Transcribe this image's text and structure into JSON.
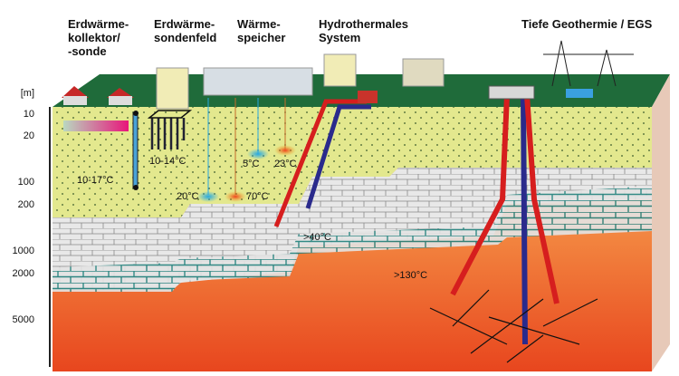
{
  "titles": {
    "collector": "Erdwärme-\nkollektor/\n-sonde",
    "probe_field": "Erdwärme-\nsondenfeld",
    "storage": "Wärme-\nspeicher",
    "hydrothermal": "Hydrothermales\nSystem",
    "deep": "Tiefe Geothermie / EGS"
  },
  "depth_axis": {
    "unit": "[m]",
    "ticks": [
      "10",
      "20",
      "100",
      "200",
      "1000",
      "2000",
      "5000"
    ]
  },
  "temperatures": {
    "collector": "10-17°C",
    "probe_field": "10-14°C",
    "storage_cold_shallow": "5°C",
    "storage_warm_shallow": "23°C",
    "storage_cold_deep": "20°C",
    "storage_warm_deep": "70°C",
    "hydrothermal": ">40°C",
    "deep": ">130°C"
  },
  "colors": {
    "surface": "#1f6b3a",
    "sediment": "#e3e88e",
    "limestone": "#e6e6e6",
    "hot_rock": "#f07a3c",
    "hot_pipe": "#d61e1e",
    "cold_pipe": "#2a2a8c"
  }
}
